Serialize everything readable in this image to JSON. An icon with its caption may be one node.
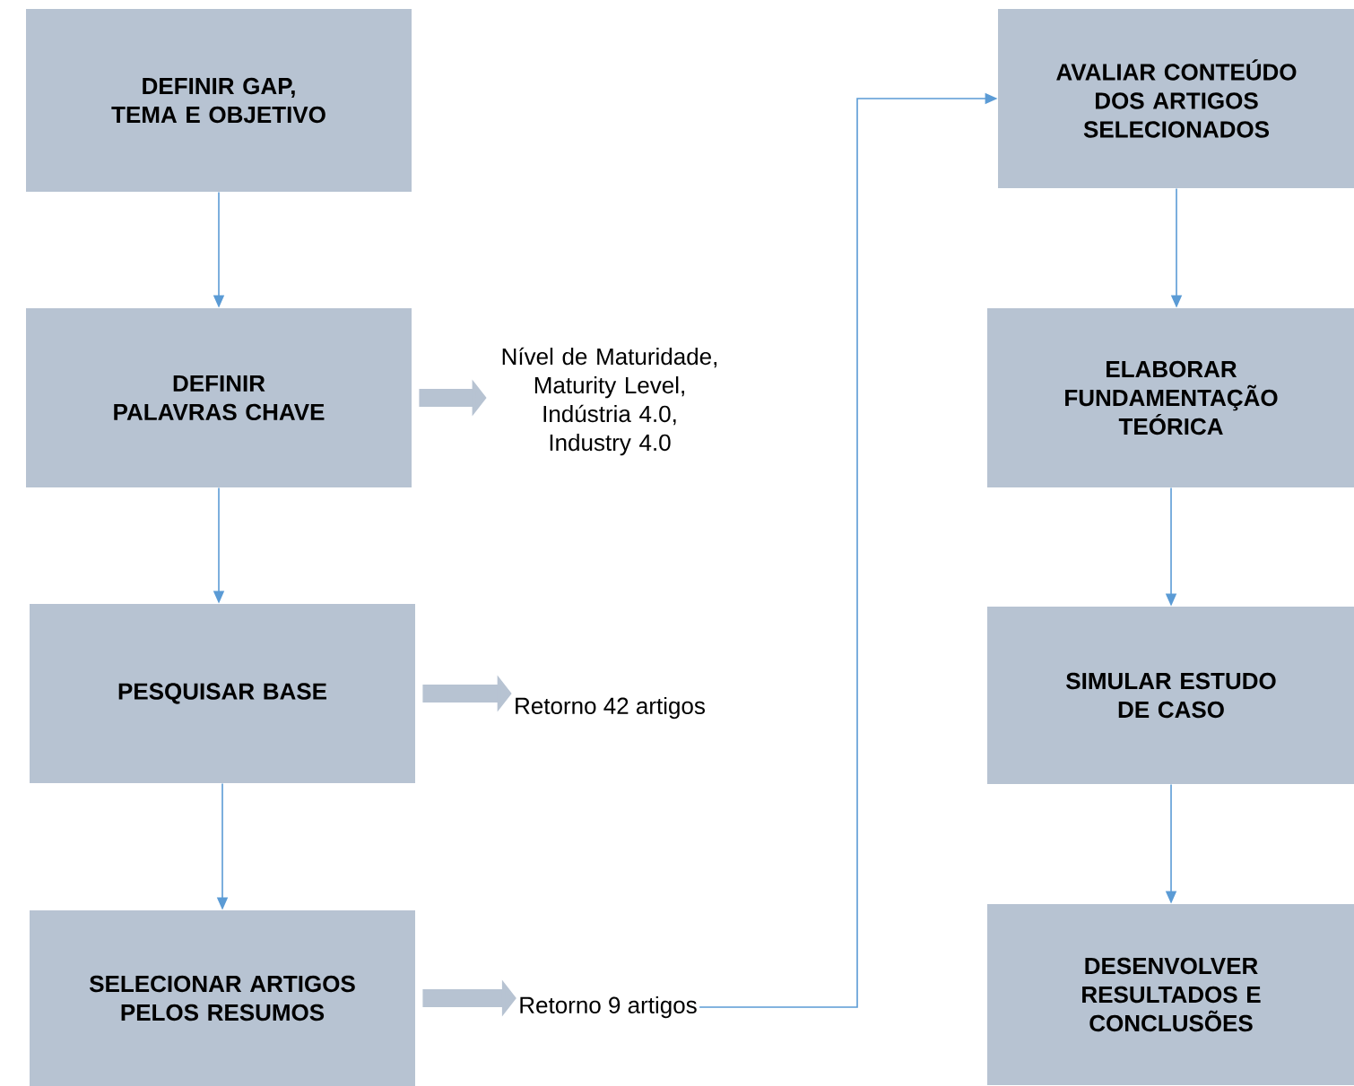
{
  "diagram": {
    "nodes": [
      {
        "text": [
          "DEFINIR GAP, TEMA E OBJETIVO"
        ]
      },
      {
        "text": [
          "DEFINIR PALAVRAS CHAVE"
        ]
      },
      {
        "text": [
          "PESQUISAR BASE"
        ]
      },
      {
        "text": [
          "SELECIONAR ARTIGOS PELOS RESUMOS"
        ]
      },
      {
        "text": [
          "Nível de Maturidade, Maturity Level, Indústria 4.0, Industry 4.0"
        ]
      },
      {
        "text": [
          "Retorno 42 artigos"
        ]
      },
      {
        "text": [
          "Retorno 9 artigos"
        ]
      },
      {
        "text": [
          "AVALIAR CONTEÚDO DOS ARTIGOS SELECIONADOS"
        ]
      },
      {
        "text": [
          "ELABORAR FUNDAMENTAÇÃO TEÓRICA"
        ]
      },
      {
        "text": [
          "SIMULAR ESTUDO DE CASO"
        ]
      },
      {
        "text": [
          "DESENVOLVER RESULTADOS E CONCLUSÕES"
        ]
      }
    ],
    "edges": [
      {
        "from": 0,
        "to": 1,
        "arrow": "to"
      },
      {
        "from": 1,
        "to": 2,
        "arrow": "to"
      },
      {
        "from": 2,
        "to": 3,
        "arrow": "to"
      },
      {
        "from": 1,
        "to": 4,
        "arrow": "to",
        "style": "thick",
        "color": "#b7c3d2"
      },
      {
        "from": 2,
        "to": 5,
        "arrow": "to",
        "style": "thick",
        "color": "#b7c3d2"
      },
      {
        "from": 3,
        "to": 6,
        "arrow": "to",
        "style": "thick",
        "color": "#b7c3d2"
      },
      {
        "from": 6,
        "to": 7,
        "arrow": "to"
      },
      {
        "from": 7,
        "to": 8,
        "arrow": "to"
      },
      {
        "from": 8,
        "to": 9,
        "arrow": "to"
      },
      {
        "from": 9,
        "to": 10,
        "arrow": "to"
      }
    ]
  }
}
